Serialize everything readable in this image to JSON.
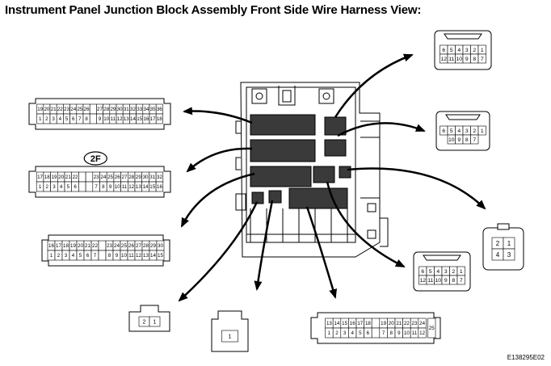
{
  "title": "Instrument Panel Junction Block Assembly Front Side Wire Harness View:",
  "figure_code": "E138295E02",
  "connectors": {
    "c1": {
      "rows": [
        [
          "19",
          "20",
          "21",
          "22",
          "23",
          "24",
          "25",
          "26",
          "",
          "27",
          "28",
          "29",
          "30",
          "31",
          "32",
          "33",
          "34",
          "35",
          "36"
        ],
        [
          "1",
          "2",
          "3",
          "4",
          "5",
          "6",
          "7",
          "8",
          "",
          "9",
          "10",
          "11",
          "12",
          "13",
          "14",
          "15",
          "16",
          "17",
          "18"
        ]
      ]
    },
    "c2": {
      "label": "2F",
      "rows": [
        [
          "17",
          "18",
          "19",
          "20",
          "21",
          "22",
          "",
          "",
          "23",
          "24",
          "25",
          "26",
          "27",
          "28",
          "29",
          "30",
          "31",
          "32"
        ],
        [
          "1",
          "2",
          "3",
          "4",
          "5",
          "6",
          "",
          "",
          "7",
          "8",
          "9",
          "10",
          "11",
          "12",
          "13",
          "14",
          "15",
          "16"
        ]
      ]
    },
    "c3": {
      "rows": [
        [
          "16",
          "17",
          "18",
          "19",
          "20",
          "21",
          "22",
          "",
          "23",
          "24",
          "25",
          "26",
          "27",
          "28",
          "29",
          "30"
        ],
        [
          "1",
          "2",
          "3",
          "4",
          "5",
          "6",
          "7",
          "",
          "8",
          "9",
          "10",
          "11",
          "12",
          "13",
          "14",
          "15"
        ]
      ]
    },
    "c4": {
      "rows": [
        [
          "2",
          "1"
        ]
      ]
    },
    "c5": {
      "rows": [
        [
          "1"
        ]
      ]
    },
    "c6": {
      "rows": [
        [
          "13",
          "14",
          "15",
          "16",
          "17",
          "18",
          "",
          "19",
          "20",
          "21",
          "22",
          "23",
          "24"
        ],
        [
          "1",
          "2",
          "3",
          "4",
          "5",
          "6",
          "",
          "7",
          "8",
          "9",
          "10",
          "11",
          "12"
        ]
      ],
      "extra": "25"
    },
    "c7": {
      "rows": [
        [
          "2",
          "1"
        ],
        [
          "4",
          "3"
        ]
      ]
    },
    "c8": {
      "rows": [
        [
          "6",
          "5",
          "4",
          "3",
          "2",
          "1"
        ],
        [
          "12",
          "11",
          "10",
          "9",
          "8",
          "7"
        ]
      ]
    },
    "c9": {
      "rows": [
        [
          "6",
          "5",
          "4",
          "3",
          "2",
          "1"
        ],
        [
          "10",
          "9",
          "8",
          "7"
        ]
      ]
    },
    "c10": {
      "rows": [
        [
          "6",
          "5",
          "4",
          "3",
          "2",
          "1"
        ],
        [
          "12",
          "11",
          "10",
          "9",
          "8",
          "7"
        ]
      ]
    }
  }
}
